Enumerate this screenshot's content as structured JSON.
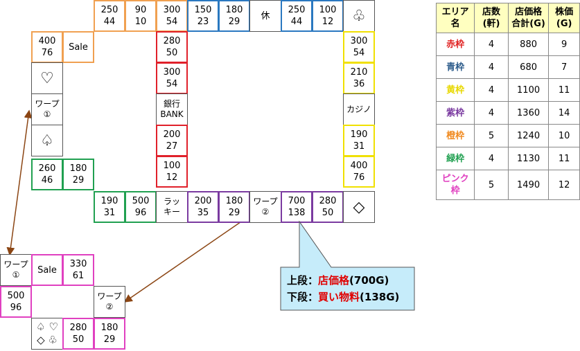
{
  "colors": {
    "red": "#e0202a",
    "blue": "#2a78c0",
    "yellow": "#f0e000",
    "purple": "#7a3aa0",
    "orange": "#f0a050",
    "green": "#20a050",
    "pink": "#e040c0",
    "arrow": "#8b4513",
    "callout_fill": "#c6ecfa"
  },
  "board": {
    "top": [
      {
        "l1": "250",
        "l2": "44",
        "color": "orange"
      },
      {
        "l1": "90",
        "l2": "10",
        "color": "orange"
      },
      {
        "l1": "300",
        "l2": "54",
        "color": "orange"
      },
      {
        "l1": "150",
        "l2": "23",
        "color": "blue"
      },
      {
        "l1": "180",
        "l2": "29",
        "color": "blue"
      },
      {
        "l1": "休",
        "l2": "",
        "color": "none"
      },
      {
        "l1": "250",
        "l2": "44",
        "color": "blue"
      },
      {
        "l1": "100",
        "l2": "12",
        "color": "blue"
      },
      {
        "l1": "♧",
        "l2": "",
        "color": "none",
        "icon": "club-outline-icon"
      }
    ],
    "left": [
      {
        "l1": "400",
        "l2": "76",
        "color": "orange"
      },
      {
        "l1": "Sale",
        "l2": "",
        "color": "orange"
      },
      {
        "l1": "♡",
        "l2": "",
        "color": "none",
        "icon": "heart-outline-icon"
      },
      {
        "l1": "ワープ",
        "l2": "①",
        "color": "none"
      },
      {
        "l1": "♤",
        "l2": "",
        "color": "none",
        "icon": "spade-outline-icon"
      },
      {
        "l1": "260",
        "l2": "46",
        "color": "green"
      },
      {
        "l1": "180",
        "l2": "29",
        "color": "green"
      }
    ],
    "center": [
      {
        "l1": "280",
        "l2": "50",
        "color": "red"
      },
      {
        "l1": "300",
        "l2": "54",
        "color": "red"
      },
      {
        "l1": "銀行",
        "l2": "BANK",
        "color": "none"
      },
      {
        "l1": "200",
        "l2": "27",
        "color": "red"
      },
      {
        "l1": "100",
        "l2": "12",
        "color": "red"
      }
    ],
    "right": [
      {
        "l1": "300",
        "l2": "54",
        "color": "yellow"
      },
      {
        "l1": "210",
        "l2": "36",
        "color": "yellow"
      },
      {
        "l1": "カジノ",
        "l2": "",
        "color": "none"
      },
      {
        "l1": "190",
        "l2": "31",
        "color": "yellow"
      },
      {
        "l1": "400",
        "l2": "76",
        "color": "yellow"
      }
    ],
    "bottom": [
      {
        "l1": "190",
        "l2": "31",
        "color": "green"
      },
      {
        "l1": "500",
        "l2": "96",
        "color": "green"
      },
      {
        "l1": "ラッ",
        "l2": "キー",
        "color": "none"
      },
      {
        "l1": "200",
        "l2": "35",
        "color": "purple"
      },
      {
        "l1": "180",
        "l2": "29",
        "color": "purple"
      },
      {
        "l1": "ワープ",
        "l2": "②",
        "color": "none"
      },
      {
        "l1": "700",
        "l2": "138",
        "color": "purple"
      },
      {
        "l1": "280",
        "l2": "50",
        "color": "purple"
      },
      {
        "l1": "◇",
        "l2": "",
        "color": "none",
        "icon": "diamond-outline-icon"
      }
    ]
  },
  "sub_board": [
    {
      "l1": "ワープ",
      "l2": "①",
      "color": "none"
    },
    {
      "l1": "Sale",
      "l2": "",
      "color": "pink"
    },
    {
      "l1": "330",
      "l2": "61",
      "color": "pink"
    },
    {
      "l1": "500",
      "l2": "96",
      "color": "pink"
    },
    {
      "l1": "ワープ",
      "l2": "②",
      "color": "none"
    },
    {
      "l1": "♤ ♡",
      "l2": "◇ ♧",
      "color": "none",
      "icon": "card-suits-icon"
    },
    {
      "l1": "280",
      "l2": "50",
      "color": "pink"
    },
    {
      "l1": "180",
      "l2": "29",
      "color": "pink"
    }
  ],
  "callout": {
    "line1_label": "上段：",
    "line1_value": "店価格",
    "line1_suffix": "(700G)",
    "line2_label": "下段：",
    "line2_value": "買い物料",
    "line2_suffix": "(138G)"
  },
  "legend": {
    "headers": [
      "エリア\n名",
      "店数\n(軒)",
      "店価格\n合計(G)",
      "株価\n(G)"
    ],
    "rows": [
      {
        "name": "赤枠",
        "color": "#e02020",
        "shops": "4",
        "total": "880",
        "stock": "9"
      },
      {
        "name": "青枠",
        "color": "#2a5a8a",
        "shops": "4",
        "total": "680",
        "stock": "7"
      },
      {
        "name": "黄枠",
        "color": "#e8d800",
        "shops": "4",
        "total": "1100",
        "stock": "11"
      },
      {
        "name": "紫枠",
        "color": "#7a3aa0",
        "shops": "4",
        "total": "1360",
        "stock": "14"
      },
      {
        "name": "橙枠",
        "color": "#f08a20",
        "shops": "5",
        "total": "1240",
        "stock": "10"
      },
      {
        "name": "緑枠",
        "color": "#20a050",
        "shops": "4",
        "total": "1130",
        "stock": "11"
      },
      {
        "name": "ピンク\n枠",
        "color": "#e040c0",
        "shops": "5",
        "total": "1490",
        "stock": "12"
      }
    ]
  }
}
